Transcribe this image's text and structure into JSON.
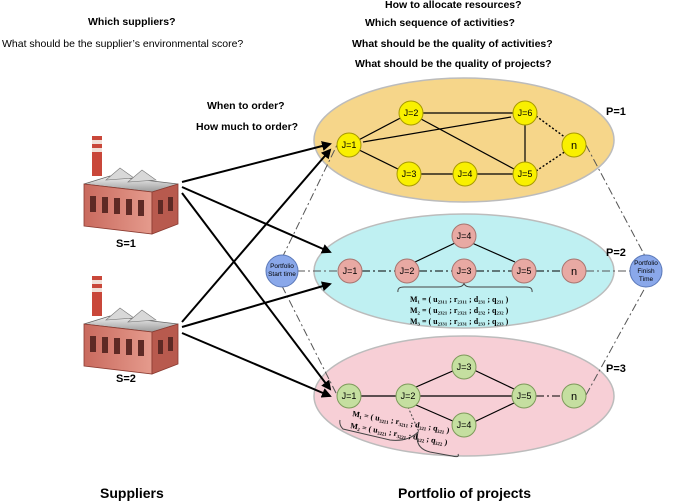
{
  "questions": {
    "suppliers": "Which suppliers?",
    "env_score": "What should be the supplier’s environmental score?",
    "allocate": "How to allocate resources?",
    "sequence": "Which sequence of activities?",
    "quality_activities": "What should be the quality of activities?",
    "quality_projects": "What should be the quality of projects?",
    "when_order": "When to order?",
    "how_much": "How much to order?"
  },
  "suppliers": [
    {
      "label": "S=1"
    },
    {
      "label": "S=2"
    }
  ],
  "portfolio": {
    "start": [
      "Portfolio",
      "Start time"
    ],
    "finish": [
      "Portfolio",
      "Finish",
      "Time"
    ]
  },
  "projects": [
    {
      "label": "P=1",
      "fill": "#f6d68a",
      "node_color": "#f9f000",
      "nodes": [
        "J=1",
        "J=2",
        "J=3",
        "J=4",
        "J=5",
        "J=6",
        "n"
      ],
      "modes": []
    },
    {
      "label": "P=2",
      "fill": "#bff0f2",
      "node_color": "#e8a9a3",
      "nodes": [
        "J=1",
        "J=2",
        "J=3",
        "J=4",
        "J=5",
        "n"
      ],
      "modes": [
        "M₁ = ( u₂₃₁₁ ; r₂₃₁₁ ; d₂₃₁ ; q₂₃₁ )",
        "M₂ = ( u₂₃₂₁ ; r₂₃₂₁ ; d₂₃₂ ; q₂₃₂ )",
        "M₃ = ( u₂₃₃₁ ; r₂₃₃₁ ; d₂₃₃ ; q₂₃₃ )"
      ]
    },
    {
      "label": "P=3",
      "fill": "#f7cfd6",
      "node_color": "#c5dfa0",
      "nodes": [
        "J=1",
        "J=2",
        "J=3",
        "J=4",
        "J=5",
        "n"
      ],
      "modes": [
        "M₁ = ( u₃₂₁₁ ; r₃₂₁₁ ; d₃₂₁ ; q₃₂₁ )",
        "M₂ = ( u₃₂₂₁ ; r₃₂₂₁ ; d₃₂₂ ; q₃₂₂ )"
      ]
    }
  ],
  "footer": {
    "suppliers": "Suppliers",
    "portfolio": "Portfolio of projects"
  }
}
